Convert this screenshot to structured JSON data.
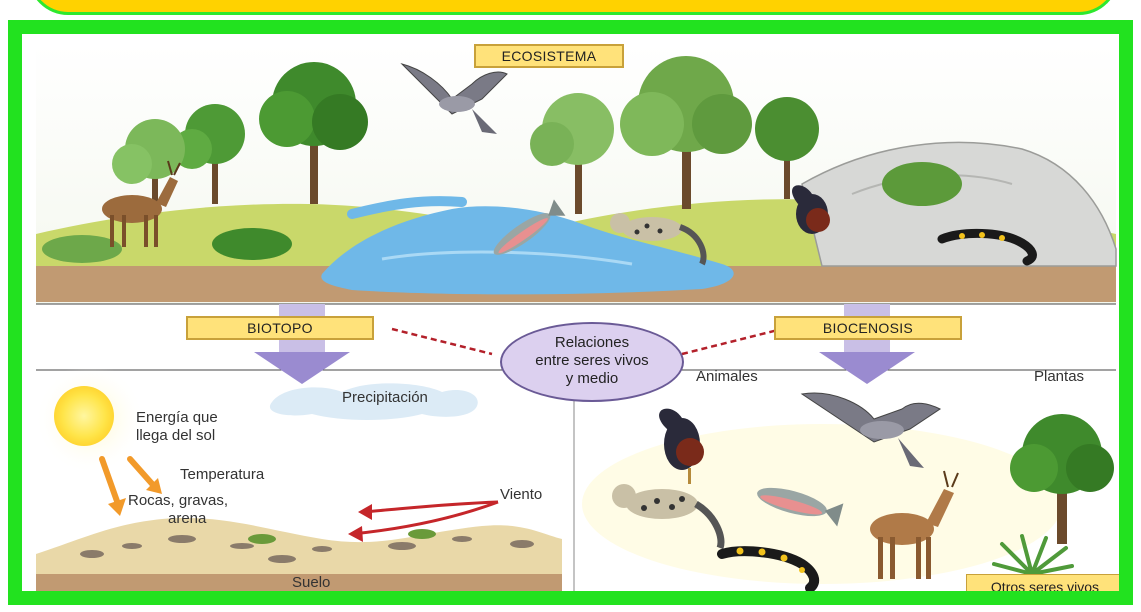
{
  "header": {
    "title": "ECOSISTEMA"
  },
  "boxes": {
    "biotopo": "BIOTOPO",
    "biocenosis": "BIOCENOSIS"
  },
  "relations": {
    "line1": "Relaciones",
    "line2": "entre seres vivos",
    "line3": "y medio"
  },
  "biotopo_labels": {
    "precipitacion": "Precipitación",
    "energia_1": "Energía que",
    "energia_2": "llega del sol",
    "temperatura": "Temperatura",
    "rocas_1": "Rocas, gravas,",
    "rocas_2": "arena",
    "viento": "Viento",
    "suelo": "Suelo"
  },
  "biocenosis_labels": {
    "animales": "Animales",
    "plantas": "Plantas",
    "otros": "Otros seres vivos"
  },
  "colors": {
    "frame_green": "#22e21f",
    "top_yellow": "#ffd200",
    "label_yellow": "#ffe27a",
    "arrow_purple": "#9a8bd0",
    "water_blue": "#6fb8e8",
    "ground_brown": "#c19a72"
  },
  "icons": [
    "sun-icon",
    "cloud-icon",
    "wind-arrow-icon",
    "tree-icon",
    "bird-icon",
    "deer-icon",
    "fish-icon",
    "wildcat-icon",
    "salamander-icon",
    "grouse-icon"
  ]
}
